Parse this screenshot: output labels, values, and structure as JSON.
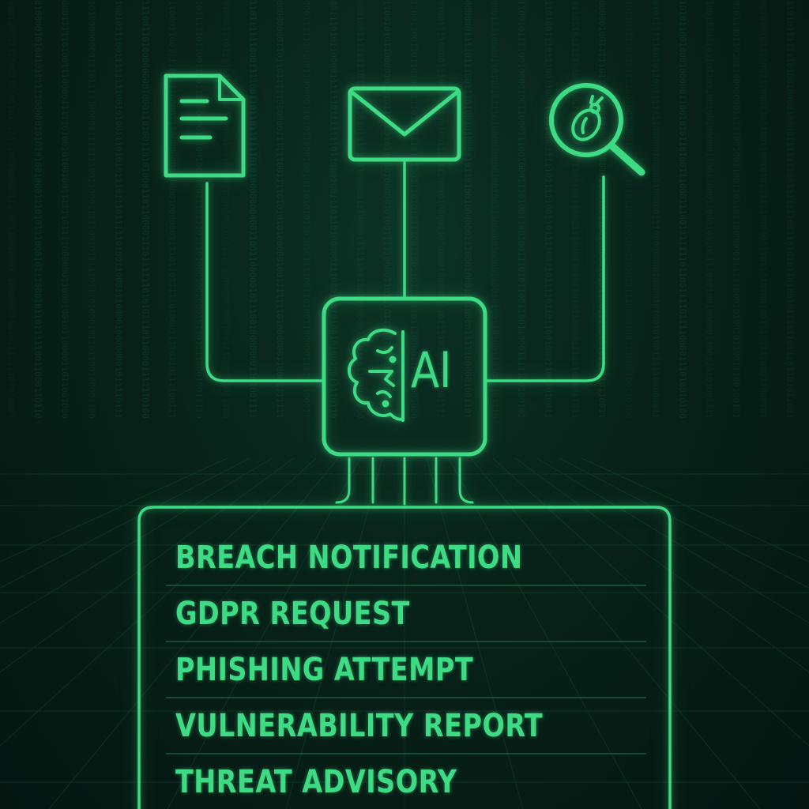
{
  "theme": {
    "accent": "#3ddc84",
    "background": "#061a14"
  },
  "sources": [
    {
      "icon": "document-icon"
    },
    {
      "icon": "envelope-icon"
    },
    {
      "icon": "bug-search-icon"
    }
  ],
  "processor": {
    "icon": "brain-icon",
    "label": "AI"
  },
  "categories": [
    "BREACH NOTIFICATION",
    "GDPR REQUEST",
    "PHISHING ATTEMPT",
    "VULNERABILITY REPORT",
    "THREAT ADVISORY"
  ]
}
